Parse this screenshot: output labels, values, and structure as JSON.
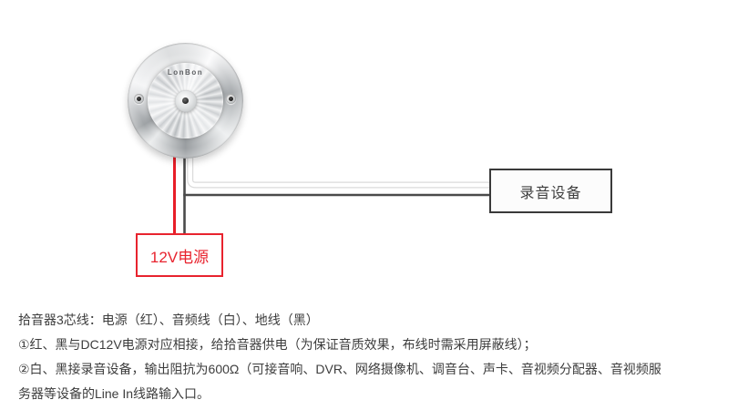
{
  "diagram": {
    "device": {
      "brand": "LonBon"
    },
    "recording_box": {
      "label": "录音设备"
    },
    "power_box": {
      "label": "12V电源"
    }
  },
  "colors": {
    "wire_red": "#e81e28",
    "wire_black": "#4a4a4a",
    "wire_white": "#ffffff",
    "wire_white_outline": "#dadada"
  },
  "notes": {
    "line1": "拾音器3芯线：电源（红）、音频线（白）、地线（黑）",
    "line2": "①红、黑与DC12V电源对应相接，给拾音器供电（为保证音质效果，布线时需采用屏蔽线）；",
    "line3": "②白、黑接录音设备，输出阻抗为600Ω（可接音响、DVR、网络摄像机、调音台、声卡、音视频分配器、音视频服",
    "line4": "务器等设备的Line In线路输入口。"
  }
}
